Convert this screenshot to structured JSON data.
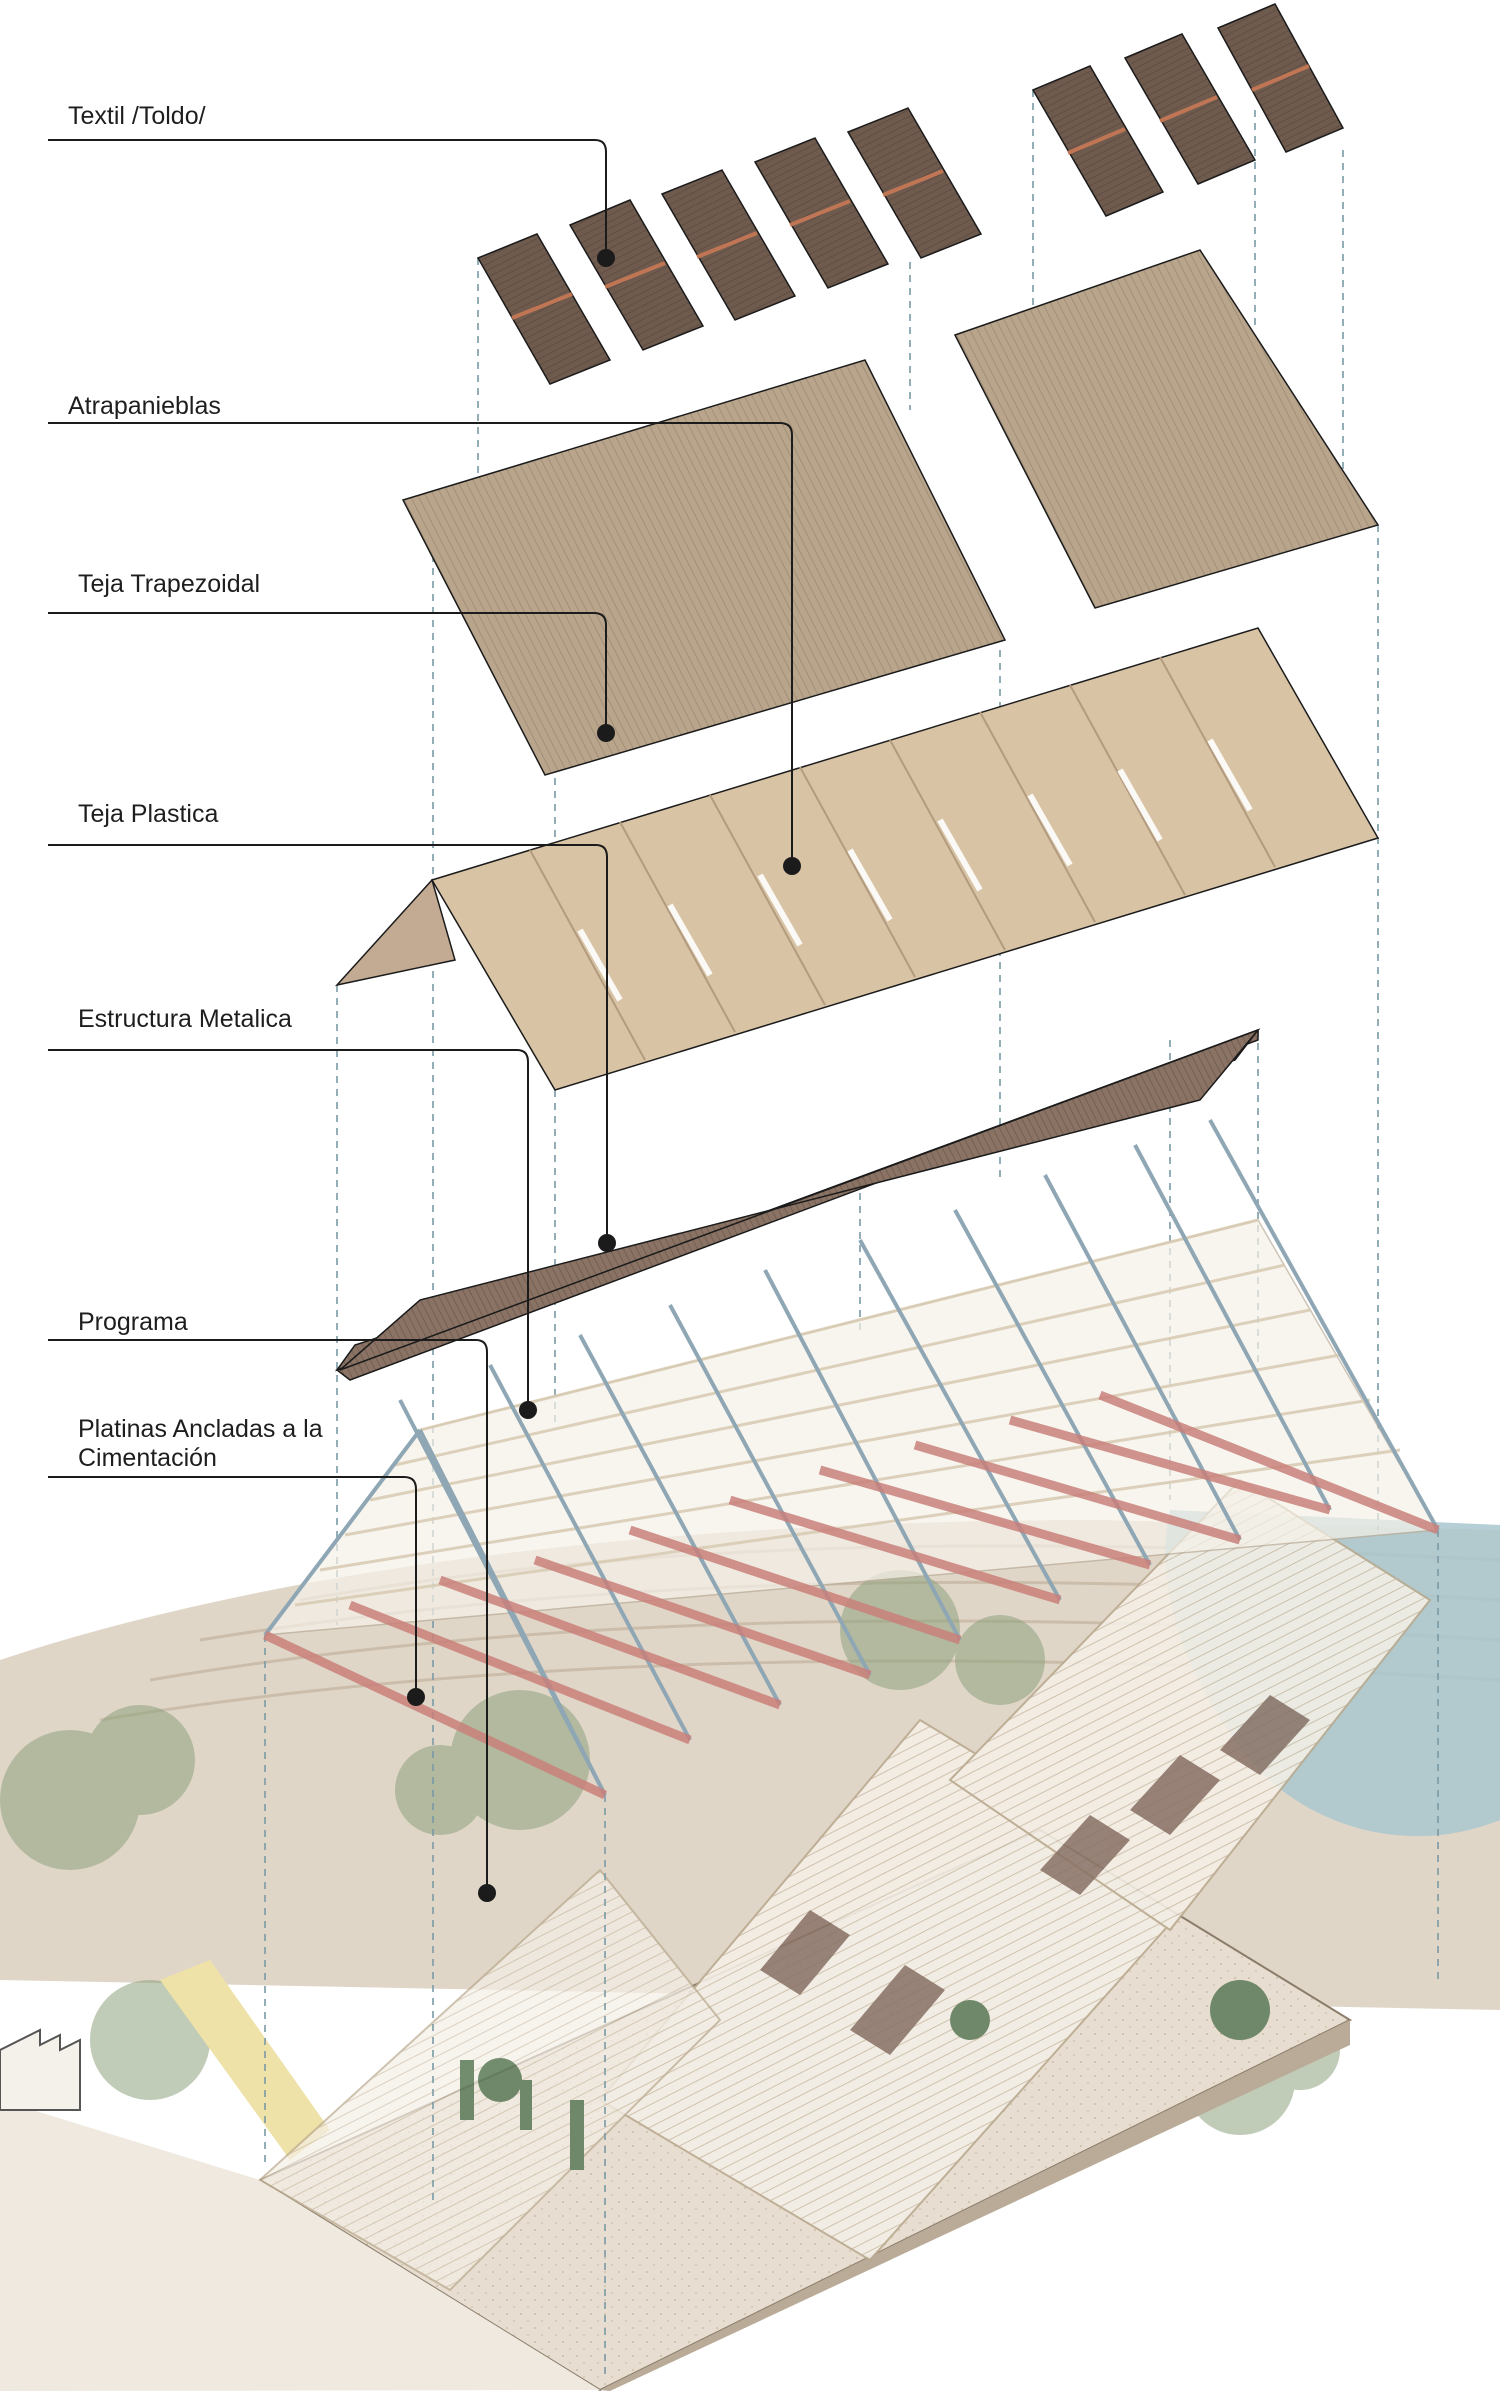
{
  "layers": [
    {
      "id": "textil",
      "label": "Textil /Toldo/"
    },
    {
      "id": "atrapanieblas",
      "label": "Atrapanieblas"
    },
    {
      "id": "teja-trapezoidal",
      "label": "Teja Trapezoidal"
    },
    {
      "id": "teja-plastica",
      "label": "Teja Plastica"
    },
    {
      "id": "estructura",
      "label": "Estructura Metalica"
    },
    {
      "id": "programa",
      "label": "Programa"
    },
    {
      "id": "platinas",
      "label": "Platinas  Ancladas a la\nCimentación"
    }
  ],
  "colors": {
    "line": "#1b1b1b",
    "dashed_guide": "#7a9aa6",
    "textile": "#6f5a4e",
    "textile_stripe": "#c97a55",
    "mesh": "#b8a58c",
    "tile_plastic": "#d8c3a5",
    "tile_trapezoid": "#8a7364",
    "steel": "#8fa7b4",
    "rafter_red": "#c9807a",
    "ground": "#e7ddd0",
    "water": "#a9c7cf",
    "vegetation": "#8ea37e"
  }
}
